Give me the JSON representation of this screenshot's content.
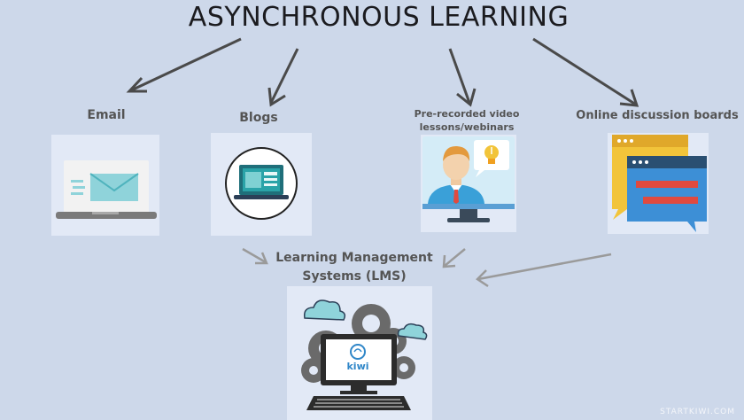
{
  "title": "ASYNCHRONOUS LEARNING",
  "nodes": {
    "email": {
      "label": "Email",
      "icon": "email-laptop-icon"
    },
    "blogs": {
      "label": "Blogs",
      "icon": "blog-laptop-icon"
    },
    "video": {
      "label_line1": "Pre-recorded video",
      "label_line2": "lessons/webinars",
      "icon": "video-lesson-presenter-icon"
    },
    "discussion": {
      "label": "Online discussion boards",
      "icon": "discussion-board-icon"
    },
    "lms": {
      "label_line1": "Learning Management",
      "label_line2": "Systems (LMS)",
      "icon": "lms-computer-gears-icon",
      "screen_text": "kiwi"
    }
  },
  "footer": "STARTKIWI.COM",
  "colors": {
    "background": "#cdd8ea",
    "card": "#e2e9f6",
    "arrow_dark": "#4a4a4a",
    "arrow_light": "#9a9a9a",
    "accent_teal": "#2aa3a8",
    "accent_blue": "#2f6fa8",
    "accent_red": "#e04a3f",
    "accent_yellow": "#f2c43a"
  }
}
